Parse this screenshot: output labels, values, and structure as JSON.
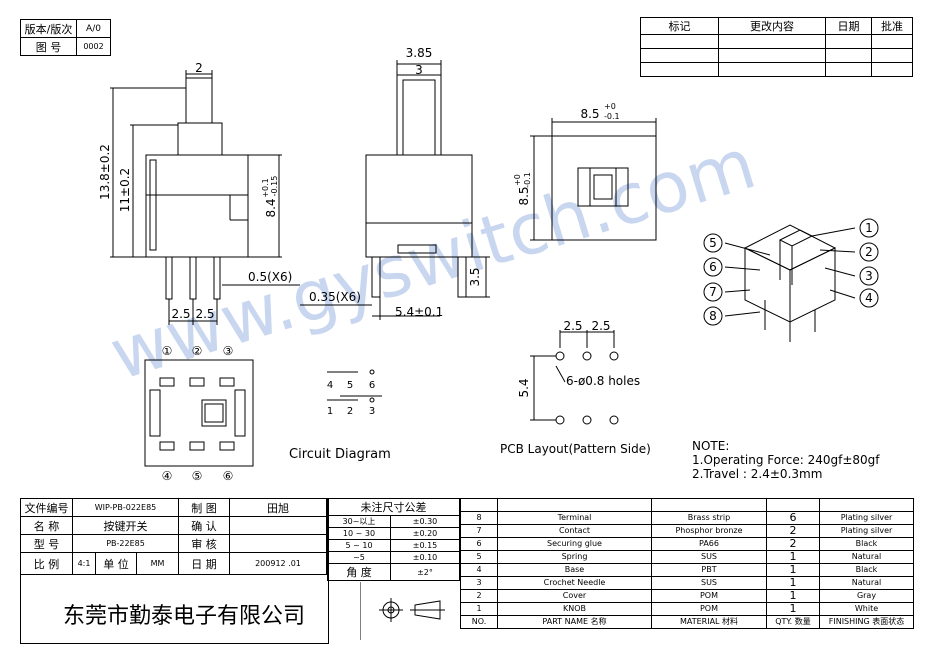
{
  "header_box": {
    "version_label": "版本/版次",
    "version_value": "A/0",
    "drawing_no_label": "图 号",
    "drawing_no_value": "0002"
  },
  "revision": {
    "headers": [
      "标记",
      "更改内容",
      "日期",
      "批准"
    ]
  },
  "dimensions": {
    "top_width": "2",
    "height_total": "13.8±0.2",
    "height_body": "11±0.2",
    "height_inner_top": "+0.1",
    "height_inner_val": "8.4",
    "height_inner_bot": "-0.15",
    "pin_width_front": "0.5(X6)",
    "pin_pitch_1": "2.5",
    "pin_pitch_2": "2.5",
    "side_width": "3.85",
    "side_inner": "3",
    "pin_thick_side": "0.35(X6)",
    "pin_len_side": "3.5",
    "side_offset": "5.4±0.1",
    "top_width_val": "8.5",
    "top_width_tol_top": "+0",
    "top_width_tol_bot": "-0.1",
    "top_height_val": "8.5",
    "top_height_tol_top": "+0",
    "top_height_tol_bot": "-0.1",
    "bottom_pins_top": [
      "①",
      "②",
      "③"
    ],
    "bottom_pins_bot": [
      "④",
      "⑤",
      "⑥"
    ]
  },
  "circuit": {
    "top_row": [
      "4",
      "5",
      "6"
    ],
    "bottom_row": [
      "1",
      "2",
      "3"
    ],
    "label": "Circuit Diagram"
  },
  "pcb": {
    "pitch_1": "2.5",
    "pitch_2": "2.5",
    "row_spacing": "5.4",
    "hole_spec": "6-ø0.8 holes",
    "label": "PCB Layout(Pattern Side)"
  },
  "callouts": [
    "1",
    "2",
    "3",
    "4",
    "5",
    "6",
    "7",
    "8"
  ],
  "notes": {
    "title": "NOTE:",
    "line1": "1.Operating Force: 240gf±80gf",
    "line2": "2.Travel : 2.4±0.3mm"
  },
  "watermark": "www.gyswitch.com",
  "title_block": {
    "file_no_label": "文件编号",
    "file_no_value": "WIP-PB-022E85",
    "draw_label": "制 图",
    "draw_value": "田旭",
    "name_label": "名 称",
    "name_value": "按键开关",
    "confirm_label": "确 认",
    "model_label": "型 号",
    "model_value": "PB-22E85",
    "audit_label": "审 核",
    "scale_label": "比 例",
    "scale_value": "4:1",
    "unit_label": "单 位",
    "unit_value": "MM",
    "date_label": "日 期",
    "date_value": "200912 .01",
    "company": "东莞市勤泰电子有限公司"
  },
  "tolerance": {
    "title": "未注尺寸公差",
    "rows": [
      {
        "range": "30~以上",
        "tol": "±0.30"
      },
      {
        "range": "10 ~ 30",
        "tol": "±0.20"
      },
      {
        "range": "5 ~ 10",
        "tol": "±0.15"
      },
      {
        "range": "~5",
        "tol": "±0.10"
      }
    ],
    "angle_label": "角 度",
    "angle_value": "±2°"
  },
  "bom": {
    "rows": [
      {
        "no": "8",
        "name": "Terminal",
        "material": "Brass  strip",
        "qty": "6",
        "finish": "Plating  silver"
      },
      {
        "no": "7",
        "name": "Contact",
        "material": "Phosphor  bronze",
        "qty": "2",
        "finish": "Plating  silver"
      },
      {
        "no": "6",
        "name": "Securing  glue",
        "material": "PA66",
        "qty": "2",
        "finish": "Black"
      },
      {
        "no": "5",
        "name": "Spring",
        "material": "SUS",
        "qty": "1",
        "finish": "Natural"
      },
      {
        "no": "4",
        "name": "Base",
        "material": "PBT",
        "qty": "1",
        "finish": "Black"
      },
      {
        "no": "3",
        "name": "Crochet  Needle",
        "material": "SUS",
        "qty": "1",
        "finish": "Natural"
      },
      {
        "no": "2",
        "name": "Cover",
        "material": "POM",
        "qty": "1",
        "finish": "Gray"
      },
      {
        "no": "1",
        "name": "KNOB",
        "material": "POM",
        "qty": "1",
        "finish": "White"
      }
    ],
    "header": {
      "no": "NO.",
      "name": "PART  NAME  名称",
      "material": "MATERIAL 材料",
      "qty": "QTY. 数量",
      "finish": "FINISHING 表面状态"
    }
  },
  "colors": {
    "line": "#000000",
    "watermark": "#c9d6ef"
  }
}
